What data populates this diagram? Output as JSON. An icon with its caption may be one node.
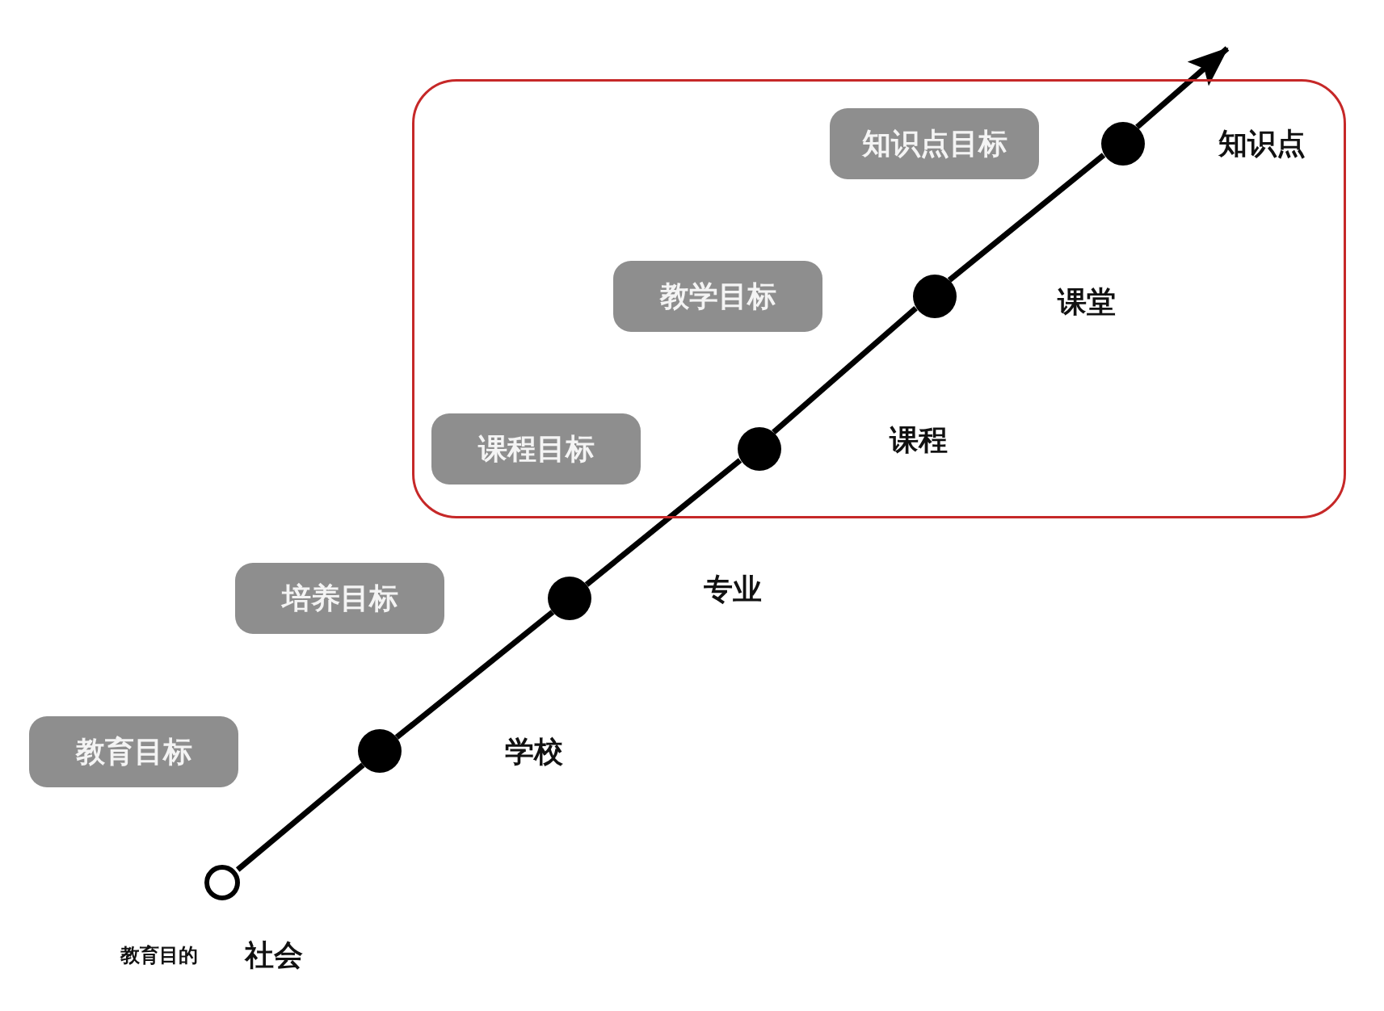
{
  "diagram": {
    "nodes": [
      {
        "text": [],
        "shape": "box"
      },
      {
        "text": [
          "知识点目标"
        ],
        "in": 0
      },
      {
        "text": [],
        "shape": "circle",
        "in": 0,
        "beside": [
          "知识点"
        ]
      },
      {
        "text": [
          "教学目标"
        ],
        "in": 0
      },
      {
        "text": [],
        "shape": "circle",
        "in": 0,
        "beside": [
          "课堂"
        ]
      },
      {
        "text": [
          "课程目标"
        ],
        "in": 0
      },
      {
        "text": [],
        "shape": "circle",
        "in": 0,
        "beside": [
          "课程"
        ]
      },
      {
        "text": [
          "培养目标"
        ]
      },
      {
        "text": [],
        "shape": "circle",
        "beside": [
          "专业"
        ]
      },
      {
        "text": [
          "教育目标"
        ]
      },
      {
        "text": [],
        "shape": "circle",
        "beside": [
          "学校"
        ]
      },
      {
        "text": [],
        "shape": "circle",
        "beside": [
          "教育目的",
          "社会"
        ]
      }
    ],
    "edges": [
      {
        "from": 11,
        "to": 10,
        "arrow": "none"
      },
      {
        "from": 10,
        "to": 8,
        "arrow": "none"
      },
      {
        "from": 8,
        "to": 6,
        "arrow": "none"
      },
      {
        "from": 6,
        "to": 4,
        "arrow": "none"
      },
      {
        "from": 4,
        "to": 2,
        "arrow": "none"
      },
      {
        "from": 2,
        "to": null,
        "arrow": "to"
      }
    ]
  }
}
